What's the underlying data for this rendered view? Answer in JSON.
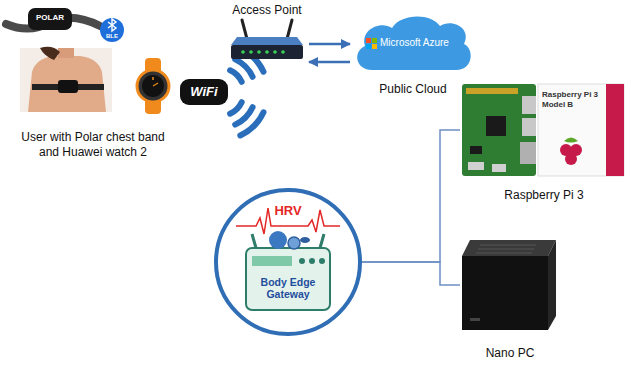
{
  "diagram": {
    "nodes": [
      {
        "text": [
          "Access Point"
        ]
      },
      {
        "text": [
          "Microsoft Azure",
          "Public Cloud"
        ]
      },
      {
        "text": [
          "User with Polar chest band and Huawei watch 2"
        ]
      },
      {
        "text": [
          "HRV",
          "Body Edge Gateway"
        ]
      },
      {
        "text": [
          "Raspberry Pi 3"
        ]
      },
      {
        "text": [
          "Nano PC"
        ]
      }
    ],
    "edges": [
      {
        "from": 0,
        "to": 1,
        "arrow": "to"
      },
      {
        "from": 1,
        "to": 0,
        "arrow": "to"
      },
      {
        "from": 3,
        "to": 4,
        "arrow": "none"
      },
      {
        "from": 3,
        "to": 5,
        "arrow": "none"
      }
    ],
    "labels": [
      "POLAR",
      "BLE",
      "WiFi",
      "Raspberry Pi 3 Model B"
    ]
  }
}
